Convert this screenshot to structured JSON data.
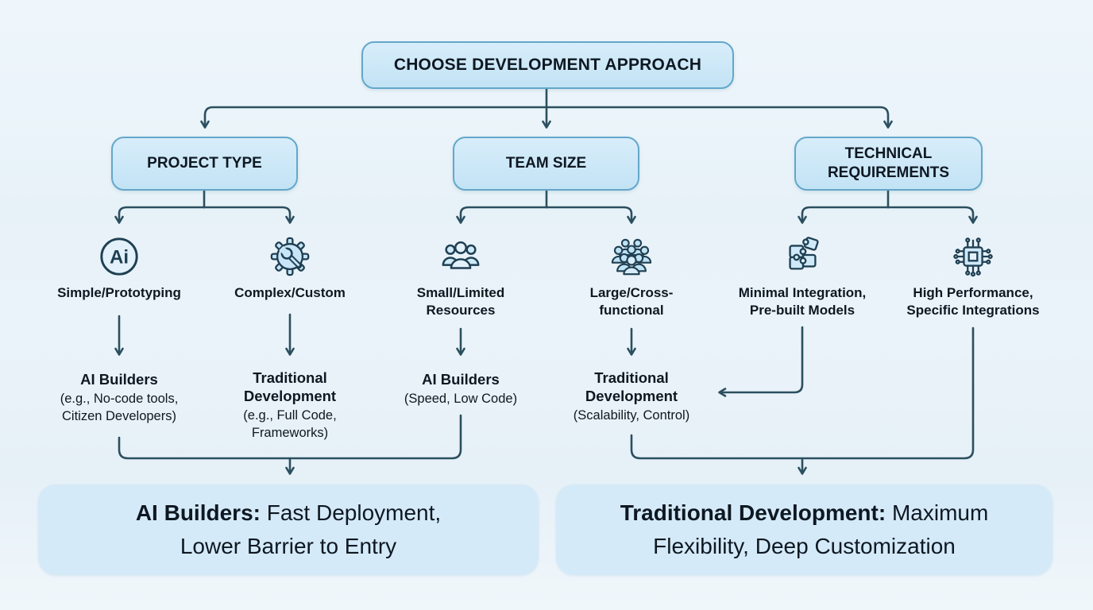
{
  "colors": {
    "background": "#e9f3f9",
    "node_fill": "#c9e6f7",
    "node_border": "#64a7c9",
    "summary_fill": "#d5eaf8",
    "connector": "#2b4f5f",
    "icon_stroke": "#1f3f52",
    "icon_fill": "#c7e5f6",
    "text": "#0e1822"
  },
  "title": {
    "label": "CHOOSE DEVELOPMENT APPROACH"
  },
  "branches": [
    {
      "label": "PROJECT TYPE"
    },
    {
      "label": "TEAM SIZE"
    },
    {
      "label": "TECHNICAL REQUIREMENTS"
    }
  ],
  "options": [
    {
      "icon": "ai-badge-icon",
      "label": "Simple/Prototyping"
    },
    {
      "icon": "gear-wrench-icon",
      "label": "Complex/Custom"
    },
    {
      "icon": "team-small-icon",
      "label": "Small/Limited Resources"
    },
    {
      "icon": "team-large-icon",
      "label": "Large/Cross-functional"
    },
    {
      "icon": "puzzle-pieces-icon",
      "label": "Minimal Integration, Pre-built Models"
    },
    {
      "icon": "ai-chip-icon",
      "label": "High Performance, Specific Integrations"
    }
  ],
  "outcomes": [
    {
      "title": "AI Builders",
      "subtitle": "(e.g., No-code tools, Citizen Developers)"
    },
    {
      "title": "Traditional Development",
      "subtitle": "(e.g., Full Code, Frameworks)"
    },
    {
      "title": "AI Builders",
      "subtitle": "(Speed, Low Code)"
    },
    {
      "title": "Traditional Development",
      "subtitle": "(Scalability, Control)"
    }
  ],
  "summaries": [
    {
      "highlight": "AI Builders:",
      "rest": " Fast Deployment, Lower Barrier to Entry"
    },
    {
      "highlight": "Traditional Development:",
      "rest": " Maximum Flexibility, Deep Customization"
    }
  ]
}
